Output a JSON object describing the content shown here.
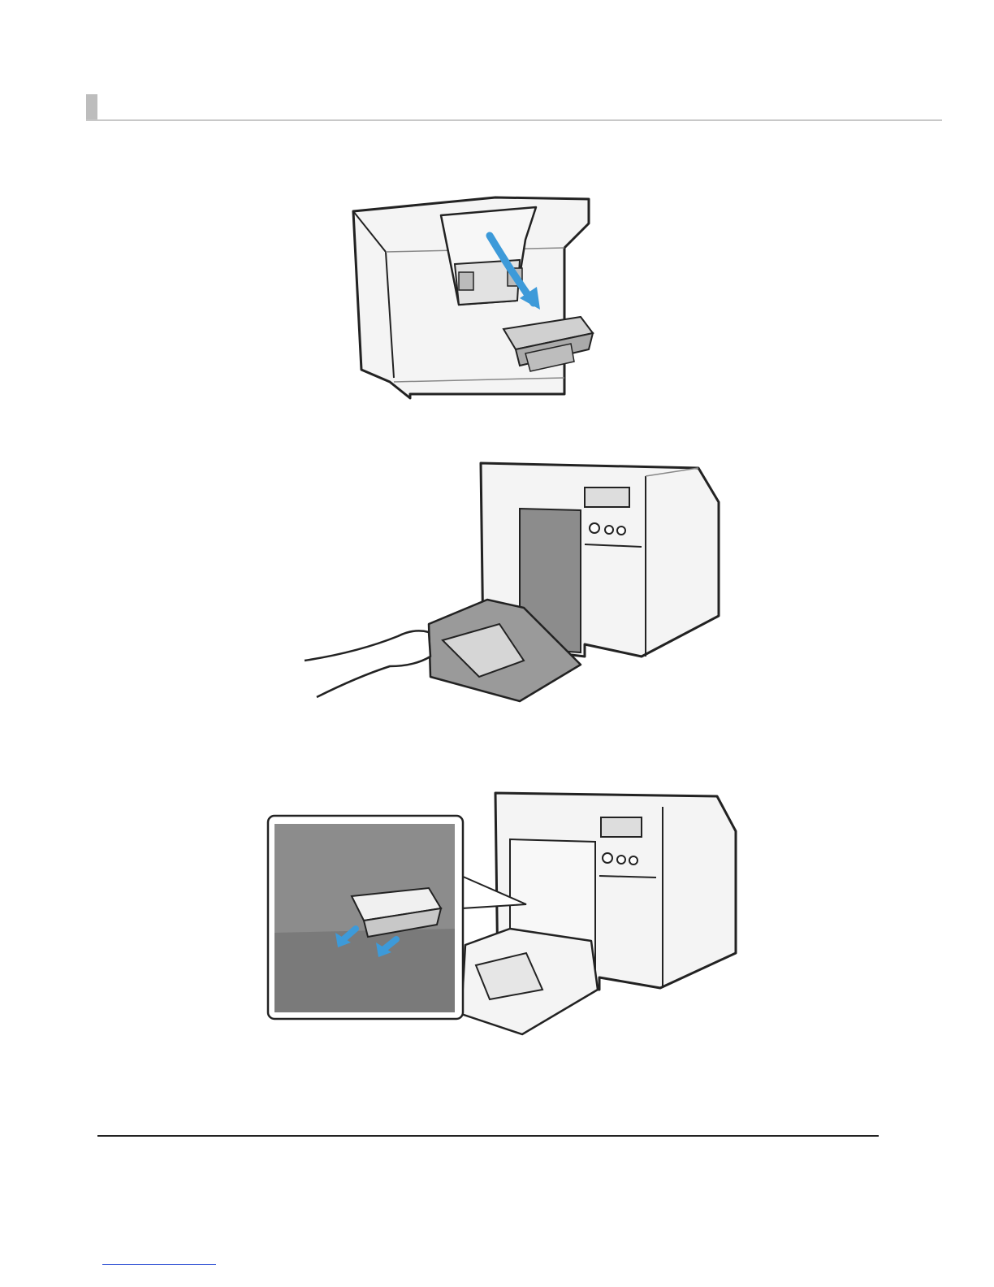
{
  "page": {
    "section_marker_color": "#bdbdbd",
    "rule_color": "#c8c8c8",
    "arrow_color": "#3d9ad9",
    "interior_color": "#8c8c8c"
  },
  "figures": [
    {
      "id": "open-cover-remove-guide",
      "icons": [
        "printer-icon",
        "rotate-arrow-icon",
        "paper-guide-icon"
      ]
    },
    {
      "id": "pull-out-tray",
      "icons": [
        "printer-icon",
        "hand-icon",
        "tray-icon"
      ]
    },
    {
      "id": "attach-guide-detail",
      "icons": [
        "printer-icon",
        "detail-callout",
        "arrow-icon"
      ]
    }
  ]
}
